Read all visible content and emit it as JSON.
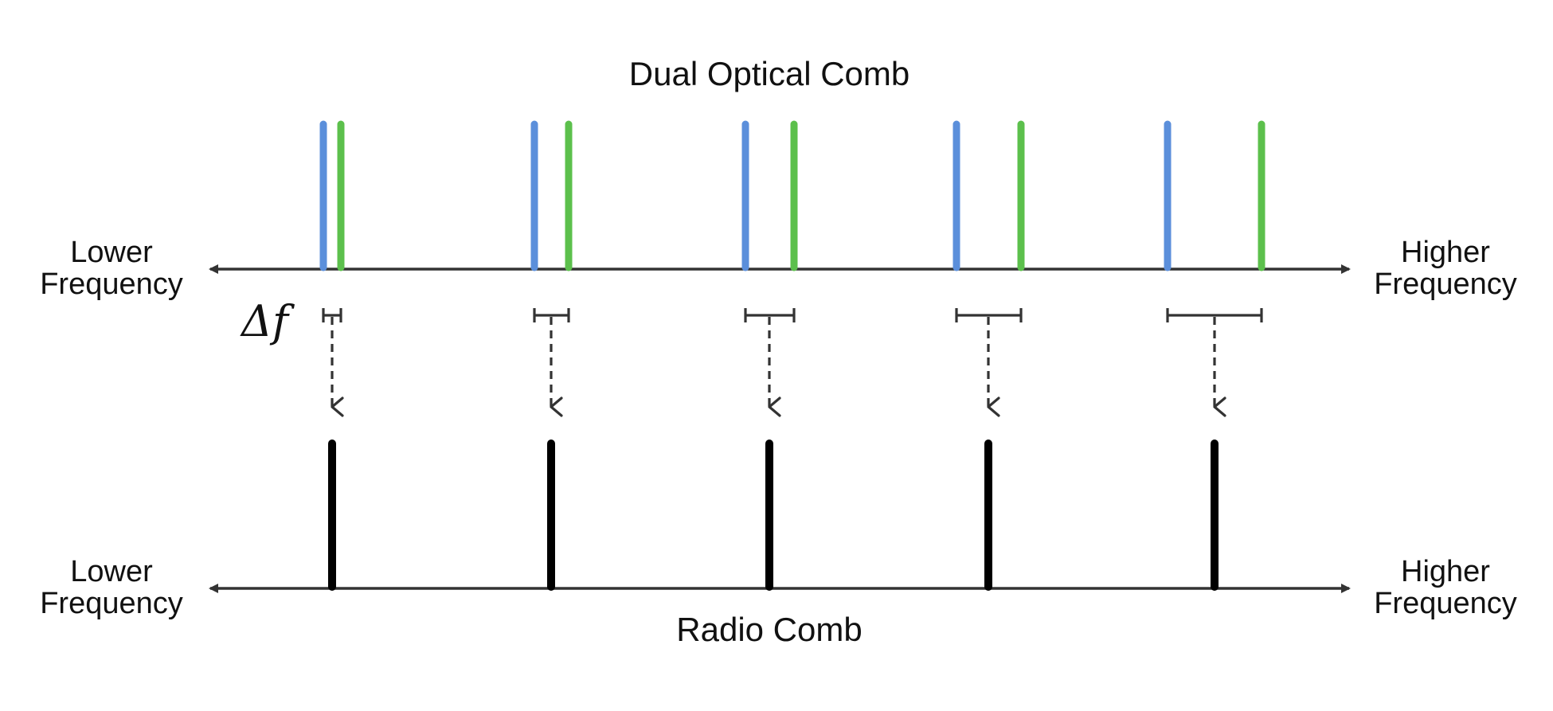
{
  "optical": {
    "title": "Dual Optical Comb",
    "axis_left_line1": "Lower",
    "axis_left_line2": "Frequency",
    "axis_right_line1": "Higher",
    "axis_right_line2": "Frequency",
    "colors": {
      "comb_a": "#5b8fdb",
      "comb_b": "#5cc04c",
      "axis": "#333333"
    },
    "line_pairs": 5
  },
  "difference": {
    "label": "Δf",
    "color": "#333333"
  },
  "radio": {
    "title": "Radio Comb",
    "axis_left_line1": "Lower",
    "axis_left_line2": "Frequency",
    "axis_right_line1": "Higher",
    "axis_right_line2": "Frequency",
    "colors": {
      "line": "#000000",
      "axis": "#333333"
    },
    "lines": 5
  }
}
